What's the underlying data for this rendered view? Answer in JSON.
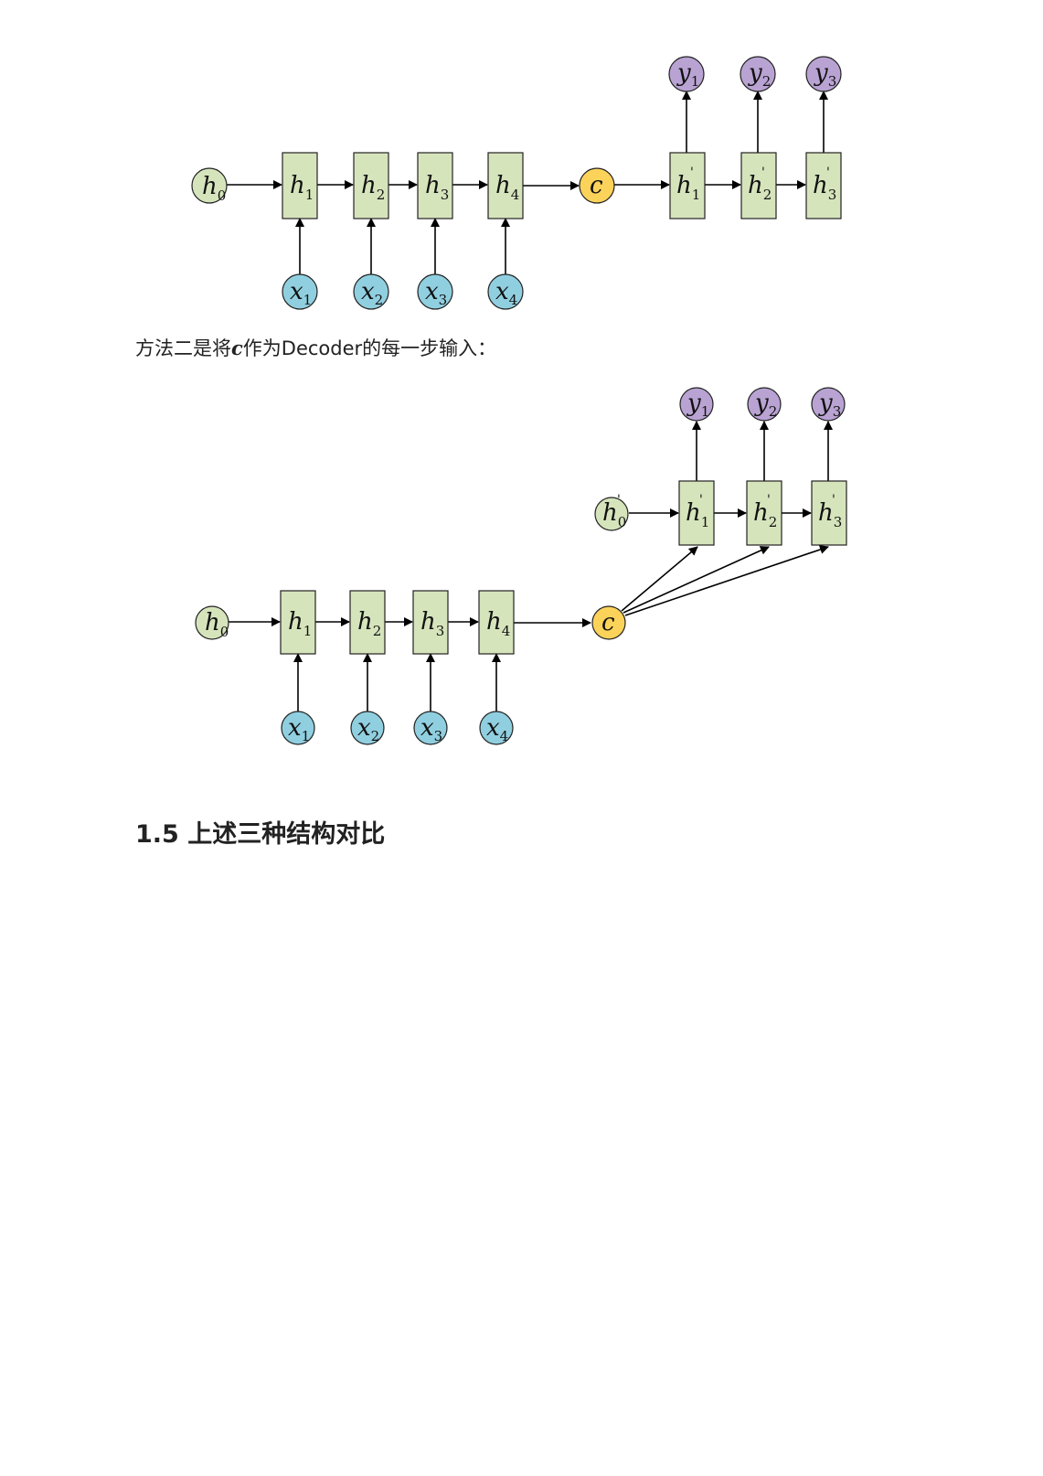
{
  "diagram1": {
    "nodes": {
      "h0": {
        "base": "h",
        "sub": "0"
      },
      "h1": {
        "base": "h",
        "sub": "1"
      },
      "h2": {
        "base": "h",
        "sub": "2"
      },
      "h3": {
        "base": "h",
        "sub": "3"
      },
      "h4": {
        "base": "h",
        "sub": "4"
      },
      "x1": {
        "base": "x",
        "sub": "1"
      },
      "x2": {
        "base": "x",
        "sub": "2"
      },
      "x3": {
        "base": "x",
        "sub": "3"
      },
      "x4": {
        "base": "x",
        "sub": "4"
      },
      "c": {
        "base": "c"
      },
      "hp1": {
        "base": "h",
        "sub": "1",
        "prime": "'"
      },
      "hp2": {
        "base": "h",
        "sub": "2",
        "prime": "'"
      },
      "hp3": {
        "base": "h",
        "sub": "3",
        "prime": "'"
      },
      "y1": {
        "base": "y",
        "sub": "1"
      },
      "y2": {
        "base": "y",
        "sub": "2"
      },
      "y3": {
        "base": "y",
        "sub": "3"
      }
    }
  },
  "paragraph": {
    "before": "方法二是将",
    "var": "c",
    "after": "作为Decoder的每一步输入："
  },
  "diagram2": {
    "nodes": {
      "h0": {
        "base": "h",
        "sub": "0"
      },
      "h1": {
        "base": "h",
        "sub": "1"
      },
      "h2": {
        "base": "h",
        "sub": "2"
      },
      "h3": {
        "base": "h",
        "sub": "3"
      },
      "h4": {
        "base": "h",
        "sub": "4"
      },
      "x1": {
        "base": "x",
        "sub": "1"
      },
      "x2": {
        "base": "x",
        "sub": "2"
      },
      "x3": {
        "base": "x",
        "sub": "3"
      },
      "x4": {
        "base": "x",
        "sub": "4"
      },
      "c": {
        "base": "c"
      },
      "hp0": {
        "base": "h",
        "sub": "0",
        "prime": "'"
      },
      "hp1": {
        "base": "h",
        "sub": "1",
        "prime": "'"
      },
      "hp2": {
        "base": "h",
        "sub": "2",
        "prime": "'"
      },
      "hp3": {
        "base": "h",
        "sub": "3",
        "prime": "'"
      },
      "y1": {
        "base": "y",
        "sub": "1"
      },
      "y2": {
        "base": "y",
        "sub": "2"
      },
      "y3": {
        "base": "y",
        "sub": "3"
      }
    }
  },
  "heading": "1.5 上述三种结构对比",
  "colors": {
    "hidden_fill": "#d6e4bc",
    "input_fill": "#90cfe0",
    "output_fill": "#b9a3d3",
    "context_fill": "#fcd35a"
  }
}
